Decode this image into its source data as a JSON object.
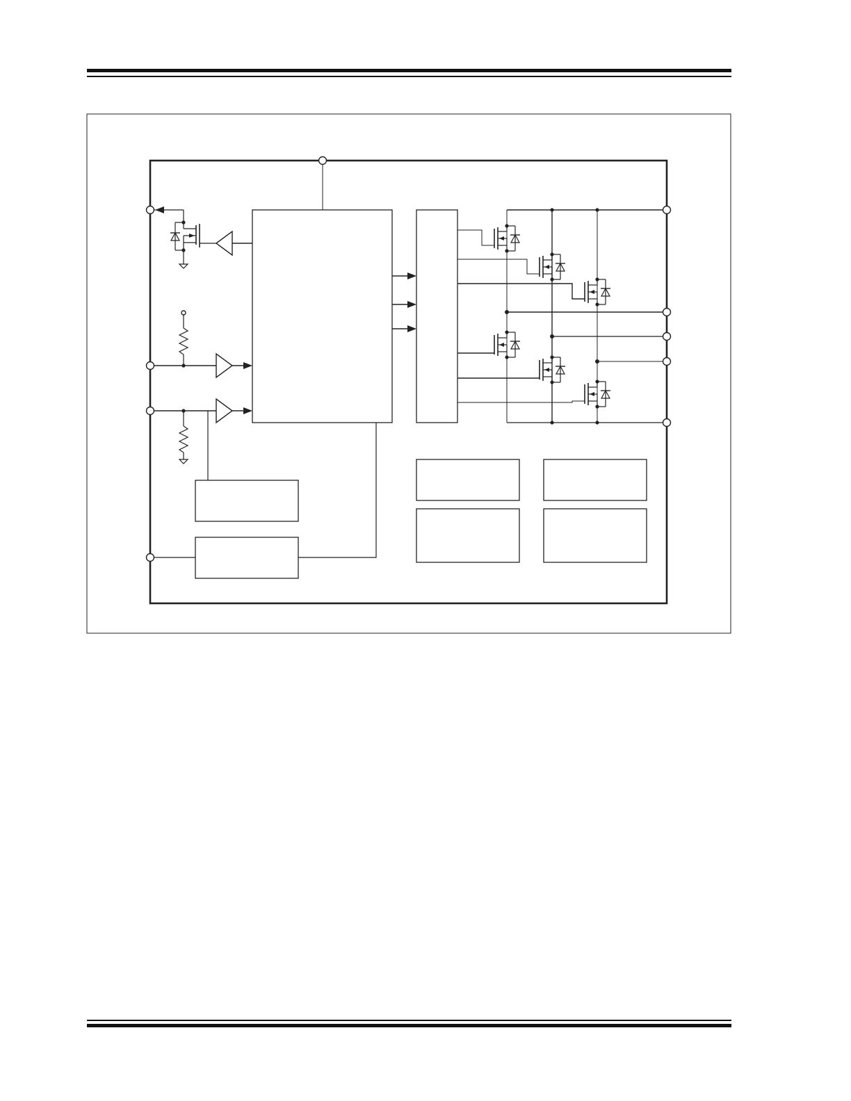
{
  "page": {
    "background": "#ffffff",
    "rule_color": "#111111",
    "line_color": "#222222"
  },
  "diagram": {
    "pins": [
      "top-pin",
      "left-pin-1",
      "left-pin-2",
      "left-pin-3",
      "left-pin-4",
      "right-pin-1",
      "right-pin-2",
      "right-pin-3",
      "right-pin-4",
      "right-pin-5"
    ],
    "blocks": [
      "control-logic-block",
      "gate-driver-block",
      "left-block-1",
      "left-block-2",
      "protect-block-1",
      "protect-block-2",
      "protect-block-3",
      "protect-block-4"
    ],
    "transistor_count": 7,
    "buffer_count": 3
  }
}
